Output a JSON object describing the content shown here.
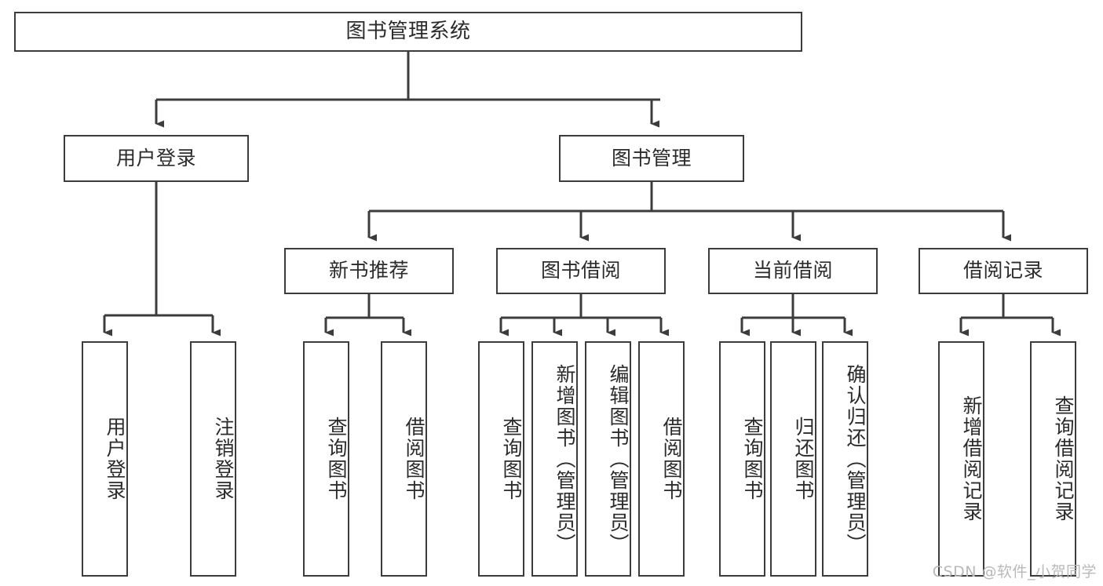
{
  "diagram": {
    "title": "图书管理系统",
    "type": "tree-hierarchy-diagram",
    "watermark": "CSDN @软件_小贺同学",
    "colors": {
      "box_border": "#3c3c3c",
      "box_fill": "#ffffff",
      "edge": "#3c3c3c",
      "text": "#2b2b2b",
      "watermark": "#b9b9b9",
      "background": "#ffffff"
    },
    "nodes": {
      "root": {
        "label": "图书管理系统",
        "level": 0,
        "orientation": "horizontal"
      },
      "l1": [
        {
          "id": "user-login",
          "label": "用户登录",
          "level": 1,
          "orientation": "horizontal"
        },
        {
          "id": "book-management",
          "label": "图书管理",
          "level": 1,
          "orientation": "horizontal"
        }
      ],
      "l2": [
        {
          "id": "new-book-recommend",
          "label": "新书推荐",
          "level": 2,
          "orientation": "horizontal",
          "parent": "book-management"
        },
        {
          "id": "book-borrow",
          "label": "图书借阅",
          "level": 2,
          "orientation": "horizontal",
          "parent": "book-management"
        },
        {
          "id": "current-borrow",
          "label": "当前借阅",
          "level": 2,
          "orientation": "horizontal",
          "parent": "book-management"
        },
        {
          "id": "borrow-record",
          "label": "借阅记录",
          "level": 2,
          "orientation": "horizontal",
          "parent": "book-management"
        }
      ],
      "leaves": [
        {
          "id": "leaf-user-login",
          "label": "用户登录",
          "parent": "user-login",
          "orientation": "vertical"
        },
        {
          "id": "leaf-user-logout",
          "label": "注销登录",
          "parent": "user-login",
          "orientation": "vertical"
        },
        {
          "id": "leaf-query-book-1",
          "label": "查询图书",
          "parent": "new-book-recommend",
          "orientation": "vertical"
        },
        {
          "id": "leaf-borrow-book-1",
          "label": "借阅图书",
          "parent": "new-book-recommend",
          "orientation": "vertical"
        },
        {
          "id": "leaf-query-book-2",
          "label": "查询图书",
          "parent": "book-borrow",
          "orientation": "vertical"
        },
        {
          "id": "leaf-add-book",
          "label": "新增图书（管理员）",
          "parent": "book-borrow",
          "orientation": "vertical"
        },
        {
          "id": "leaf-edit-book",
          "label": "编辑图书（管理员）",
          "parent": "book-borrow",
          "orientation": "vertical"
        },
        {
          "id": "leaf-borrow-book-2",
          "label": "借阅图书",
          "parent": "book-borrow",
          "orientation": "vertical"
        },
        {
          "id": "leaf-query-book-3",
          "label": "查询图书",
          "parent": "current-borrow",
          "orientation": "vertical"
        },
        {
          "id": "leaf-return-book",
          "label": "归还图书",
          "parent": "current-borrow",
          "orientation": "vertical"
        },
        {
          "id": "leaf-confirm-return",
          "label": "确认归还（管理员）",
          "parent": "current-borrow",
          "orientation": "vertical"
        },
        {
          "id": "leaf-add-record",
          "label": "新增借阅记录",
          "parent": "borrow-record",
          "orientation": "vertical"
        },
        {
          "id": "leaf-query-record",
          "label": "查询借阅记录",
          "parent": "borrow-record",
          "orientation": "vertical"
        }
      ]
    }
  }
}
